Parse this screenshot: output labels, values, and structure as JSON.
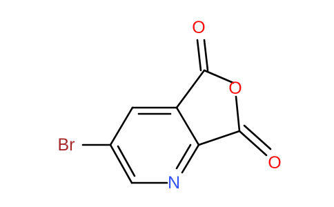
{
  "molecule": {
    "atoms": {
      "o_top": "O",
      "o_ring": "O",
      "o_bottom": "O",
      "n": "N",
      "br": "Br"
    },
    "colors": {
      "bond": "#000000",
      "oxygen": "#ff0d0d",
      "nitrogen": "#3050f8",
      "bromine": "#a62929",
      "background": "#ffffff"
    }
  }
}
